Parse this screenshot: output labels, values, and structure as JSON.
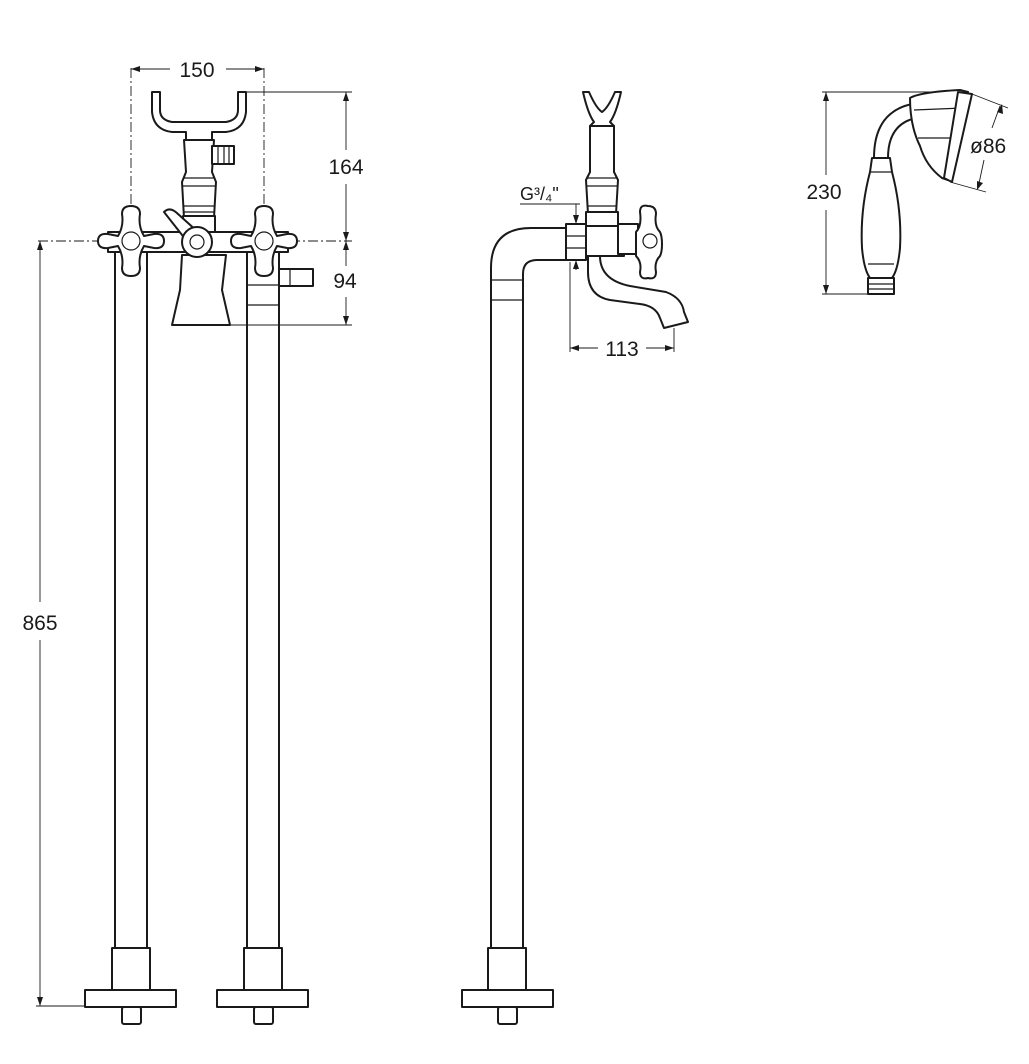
{
  "dimensions": {
    "width_label": "150",
    "upper_height_label": "164",
    "lower_height_label": "94",
    "column_height_label": "865",
    "thread_label": "G³/₄\"",
    "spout_reach_label": "113",
    "handshower_length_label": "230",
    "handshower_diameter_label": "ø86"
  },
  "colors": {
    "line": "#1a1a1a",
    "background": "#ffffff"
  }
}
